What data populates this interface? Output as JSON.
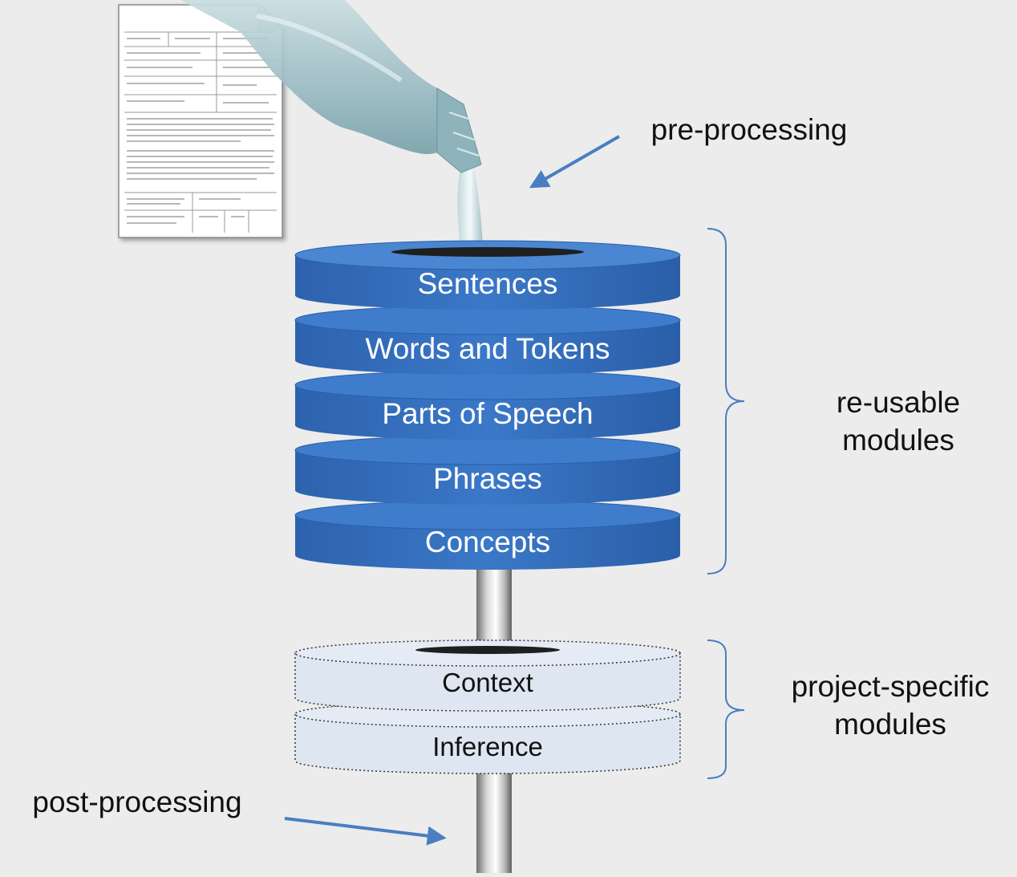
{
  "annotations": {
    "pre_processing": "pre-processing",
    "post_processing": "post-processing",
    "reusable_line1": "re-usable",
    "reusable_line2": "modules",
    "project_line1": "project-specific",
    "project_line2": "modules"
  },
  "reusable_layers": [
    {
      "label": "Sentences"
    },
    {
      "label": "Words and Tokens"
    },
    {
      "label": "Parts of Speech"
    },
    {
      "label": "Phrases"
    },
    {
      "label": "Concepts"
    }
  ],
  "project_layers": [
    {
      "label": "Context"
    },
    {
      "label": "Inference"
    }
  ],
  "colors": {
    "background": "#ececec",
    "reusable_layer": "#3a73c1",
    "project_layer": "#dde6f1",
    "arrow": "#4a7ec0",
    "bracket": "#4a7ec0"
  },
  "icons": {
    "document": "document-icon",
    "bottle": "bottle-icon",
    "pipe": "pipe-icon"
  }
}
